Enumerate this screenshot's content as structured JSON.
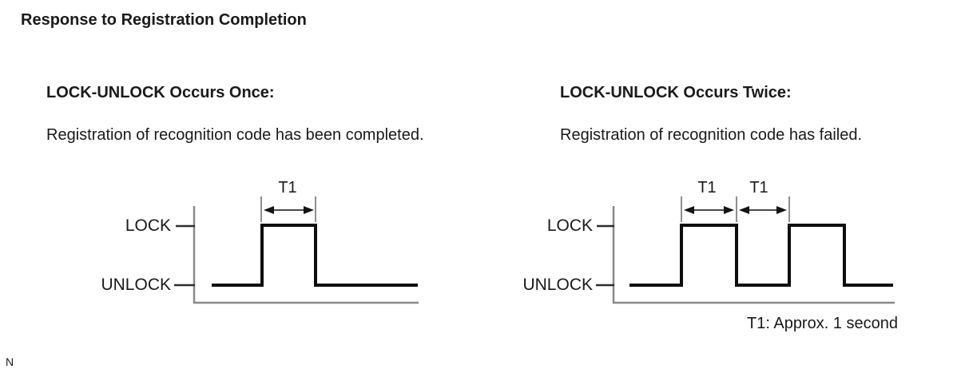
{
  "page_title": "Response to Registration Completion",
  "sections": [
    {
      "heading": "LOCK-UNLOCK Occurs Once:",
      "description": "Registration of recognition code has been completed.",
      "signal": {
        "high_label": "LOCK",
        "low_label": "UNLOCK",
        "pulse_count": 1,
        "duration_labels": [
          "T1"
        ]
      }
    },
    {
      "heading": "LOCK-UNLOCK Occurs Twice:",
      "description": "Registration of recognition code has failed.",
      "signal": {
        "high_label": "LOCK",
        "low_label": "UNLOCK",
        "pulse_count": 2,
        "duration_labels": [
          "T1",
          "T1"
        ]
      }
    }
  ],
  "note": "T1: Approx. 1 second",
  "footer_letter": "N",
  "colors": {
    "text": "#1a1a1a",
    "waveform": "#0d0d0d",
    "axis_gray": "#8a8a8a"
  }
}
